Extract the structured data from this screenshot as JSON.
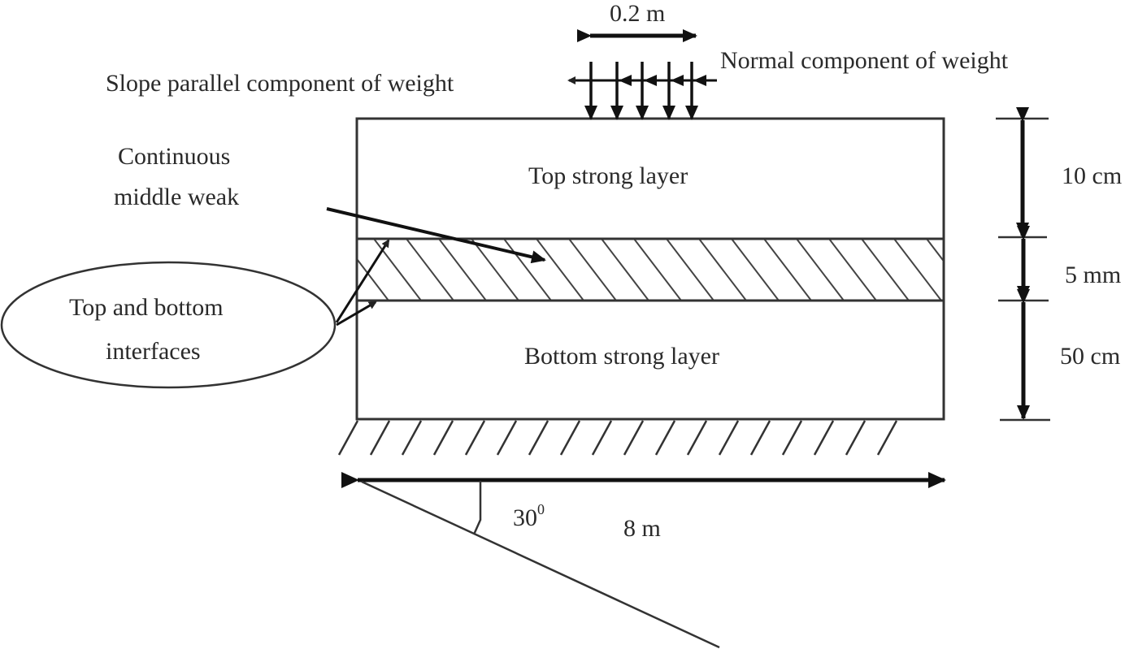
{
  "diagram": {
    "type": "layered slope cross-section",
    "colors": {
      "line": "#333333",
      "text": "#2a2a2a",
      "background": "#ffffff"
    },
    "load": {
      "width_label": "0.2 m",
      "normal_label": "Normal component of weight",
      "parallel_label": "Slope parallel component of weight",
      "arrow_count": 5
    },
    "layers": [
      {
        "name": "top",
        "label": "Top strong layer",
        "thickness": "10 cm",
        "hatched": false
      },
      {
        "name": "middle",
        "label": "Continuous middle weak",
        "thickness": "5 mm",
        "hatched": true
      },
      {
        "name": "bottom",
        "label": "Bottom strong layer",
        "thickness": "50 cm",
        "hatched": false
      }
    ],
    "callouts": {
      "weak_layer_line1": "Continuous",
      "weak_layer_line2": "middle weak",
      "interfaces_line1": "Top and bottom",
      "interfaces_line2": "interfaces"
    },
    "length_label": "8 m",
    "slope_angle_label": "30",
    "slope_angle_sup": "0"
  }
}
